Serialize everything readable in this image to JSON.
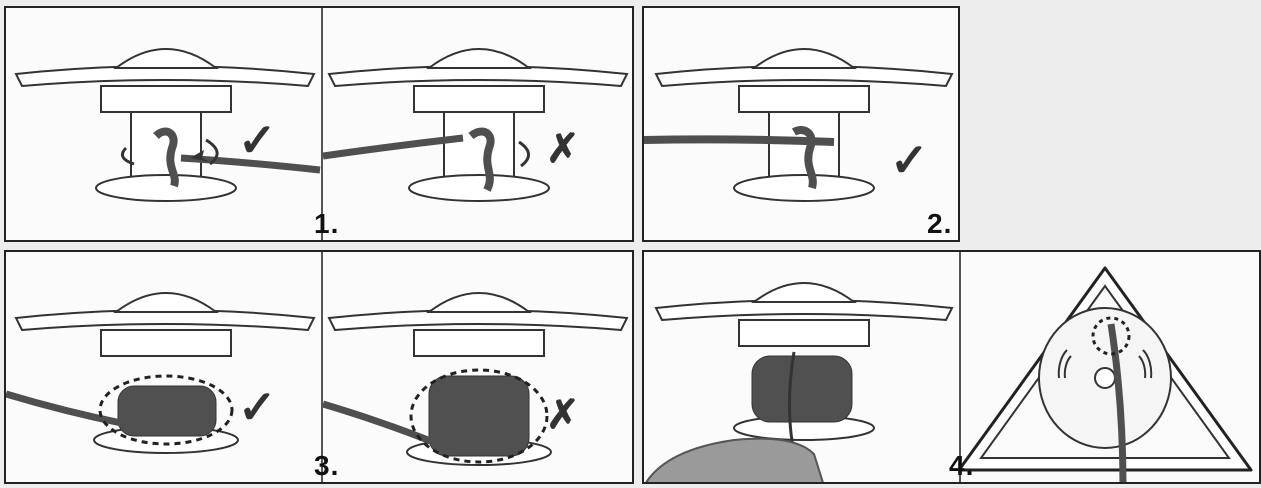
{
  "steps": {
    "one": "1.",
    "two": "2.",
    "three": "3.",
    "four": "4."
  },
  "marks": {
    "check": "✓",
    "cross": "✗"
  },
  "colors": {
    "background": "#ededed",
    "panel": "#fbfbfb",
    "line": "#222222",
    "cord": "#4f4f4f",
    "hand": "#9a9a9a"
  }
}
